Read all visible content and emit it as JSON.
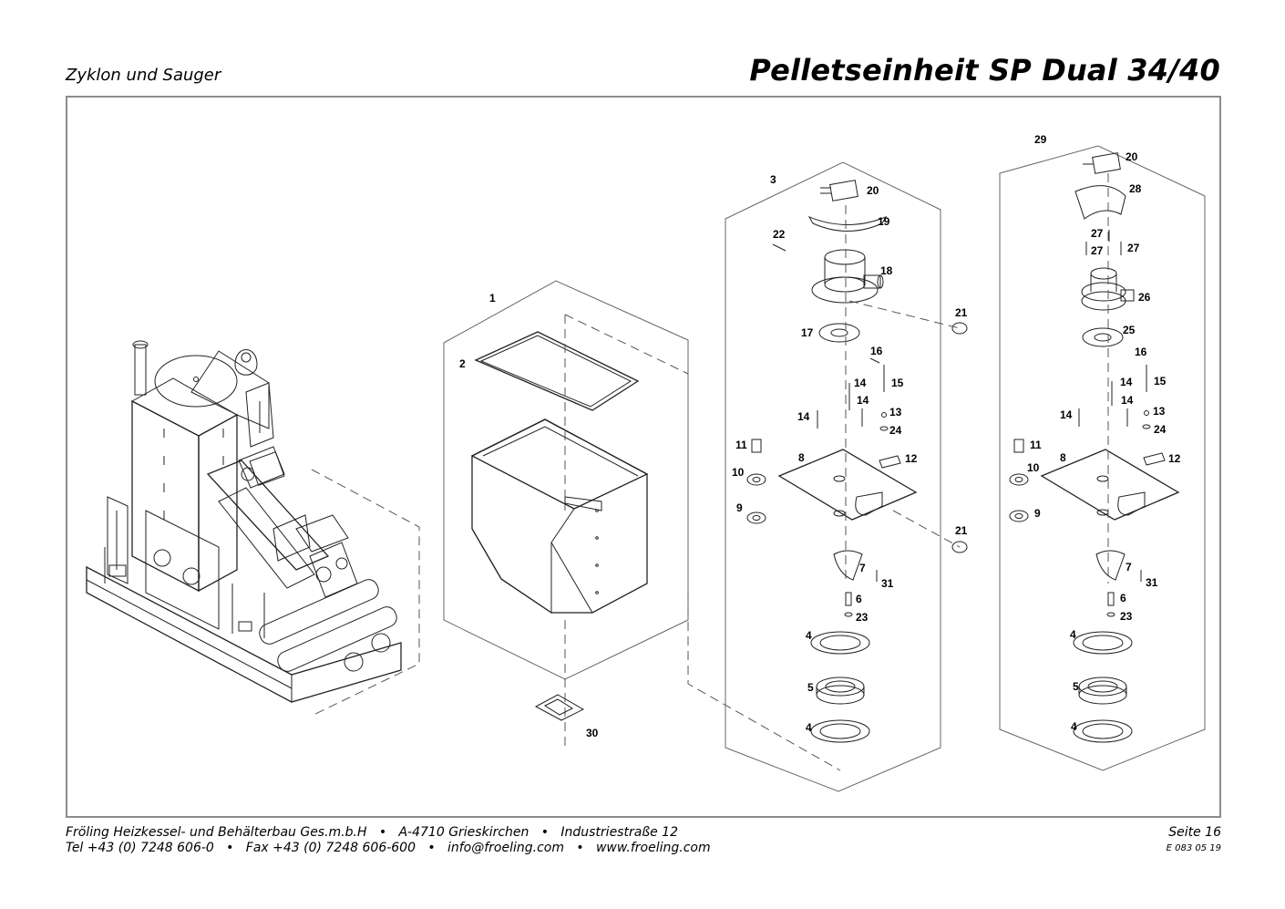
{
  "header": {
    "subtitle": "Zyklon und Sauger",
    "title": "Pelletseinheit SP Dual 34/40"
  },
  "footer": {
    "company": "Fröling Heizkessel- und Behälterbau Ges.m.b.H",
    "address_city": "A-4710 Grieskirchen",
    "address_street": "Industriestraße 12",
    "phone": "Tel +43 (0) 7248 606-0",
    "fax": "Fax +43 (0) 7248 606-600",
    "email": "info@froeling.com",
    "web": "www.froeling.com",
    "page": "Seite 16",
    "doc_number": "E 083 05 19"
  },
  "callouts": {
    "hopper": [
      "1",
      "2",
      "30"
    ],
    "suction_unit_a": [
      "3",
      "20",
      "19",
      "22",
      "18",
      "21",
      "17",
      "16",
      "15",
      "14",
      "14",
      "14",
      "13",
      "24",
      "11",
      "8",
      "12",
      "10",
      "9",
      "21",
      "7",
      "31",
      "6",
      "23",
      "4",
      "5",
      "4"
    ],
    "suction_unit_b": [
      "29",
      "20",
      "28",
      "27",
      "27",
      "27",
      "26",
      "25",
      "16",
      "15",
      "14",
      "14",
      "13",
      "24",
      "14",
      "11",
      "8",
      "12",
      "10",
      "9",
      "7",
      "31",
      "6",
      "23",
      "4",
      "5",
      "4"
    ]
  }
}
